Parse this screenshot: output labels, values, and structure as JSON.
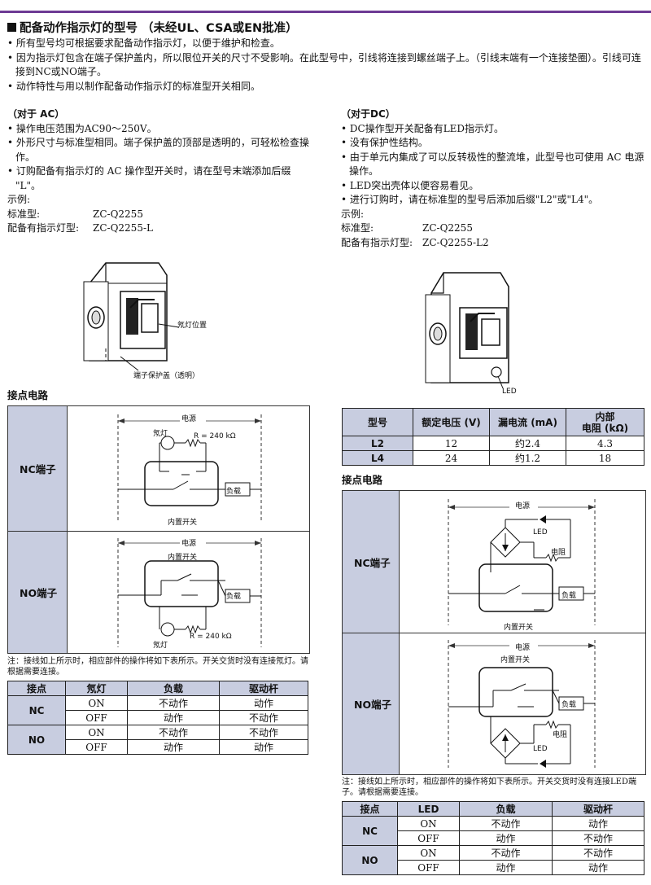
{
  "title": "配备动作指示灯的型号 （未经UL、CSA或EN批准）",
  "intro": [
    "• 所有型号均可根据要求配备动作指示灯，以便于维护和检查。",
    "• 因为指示灯包含在端子保护盖内，所以限位开关的尺寸不受影响。在此型号中，引线将连接到螺丝端子上。（引线末端有一个连接垫圈）。引线可连接到NC或NO端子。",
    "• 动作特性与用以制作配备动作指示灯的标准型开关相同。"
  ],
  "ac": {
    "heading": "（对于 AC）",
    "bullets": [
      "• 操作电压范围为AC90～250V。",
      "• 外形尺寸与标准型相同。端子保护盖的顶部是透明的，可轻松检查操作。",
      "• 订购配备有指示灯的 AC 操作型开关时，请在型号末端添加后缀 \"L\"。"
    ],
    "example_label": "示例:",
    "std_label": "标准型:",
    "std_value": "ZC-Q2255",
    "lamp_label": "配备有指示灯型:",
    "lamp_value": "ZC-Q2255-L",
    "img_neon_label": "氖灯位置",
    "img_cover_label": "端子保护盖（透明）"
  },
  "dc": {
    "heading": "（对于DC）",
    "bullets": [
      "• DC操作型开关配备有LED指示灯。",
      "• 没有保护性结构。",
      "• 由于单元内集成了可以反转极性的整流堆，此型号也可使用 AC 电源操作。",
      "• LED突出壳体以便容易看见。",
      "• 进行订购时，请在标准型的型号后添加后缀\"L2\"或\"L4\"。"
    ],
    "example_label": "示例:",
    "std_label": "标准型:",
    "std_value": "ZC-Q2255",
    "lamp_label": "配备有指示灯型:",
    "lamp_value": "ZC-Q2255-L2",
    "img_led_label": "LED"
  },
  "dc_table": {
    "headers": [
      "型号",
      "额定电压 (V)",
      "漏电流 (mA)",
      "内部\n电阻 (kΩ)"
    ],
    "rows": [
      [
        "L2",
        "12",
        "约2.4",
        "4.3"
      ],
      [
        "L4",
        "24",
        "约1.2",
        "18"
      ]
    ]
  },
  "circuit_label": "接点电路",
  "ac_circuit": {
    "nc_label": "NC端子",
    "no_label": "NO端子",
    "power": "电源",
    "neon": "氖灯",
    "resistor": "R = 240 kΩ",
    "load": "负载",
    "internal_switch": "内置开关"
  },
  "dc_circuit": {
    "nc_label": "NC端子",
    "no_label": "NO端子",
    "power": "电源",
    "led": "LED",
    "resistor": "电阻",
    "load": "负载",
    "internal_switch": "内置开关"
  },
  "ac_note": "注：接线如上所示时，相应部件的操作将如下表所示。开关交货时没有连接氖灯。请根据需要连接。",
  "dc_note": "注：接线如上所示时，相应部件的操作将如下表所示。开关交货时没有连接LED端子。请根据需要连接。",
  "ac_table": {
    "headers": [
      "接点",
      "氖灯",
      "负载",
      "驱动杆"
    ],
    "groups": [
      {
        "contact": "NC",
        "rows": [
          [
            "ON",
            "不动作",
            "动作"
          ],
          [
            "OFF",
            "动作",
            "不动作"
          ]
        ]
      },
      {
        "contact": "NO",
        "rows": [
          [
            "ON",
            "不动作",
            "不动作"
          ],
          [
            "OFF",
            "动作",
            "动作"
          ]
        ]
      }
    ]
  },
  "dc_op_table": {
    "headers": [
      "接点",
      "LED",
      "负载",
      "驱动杆"
    ],
    "groups": [
      {
        "contact": "NC",
        "rows": [
          [
            "ON",
            "不动作",
            "动作"
          ],
          [
            "OFF",
            "动作",
            "不动作"
          ]
        ]
      },
      {
        "contact": "NO",
        "rows": [
          [
            "ON",
            "不动作",
            "不动作"
          ],
          [
            "OFF",
            "动作",
            "动作"
          ]
        ]
      }
    ]
  }
}
